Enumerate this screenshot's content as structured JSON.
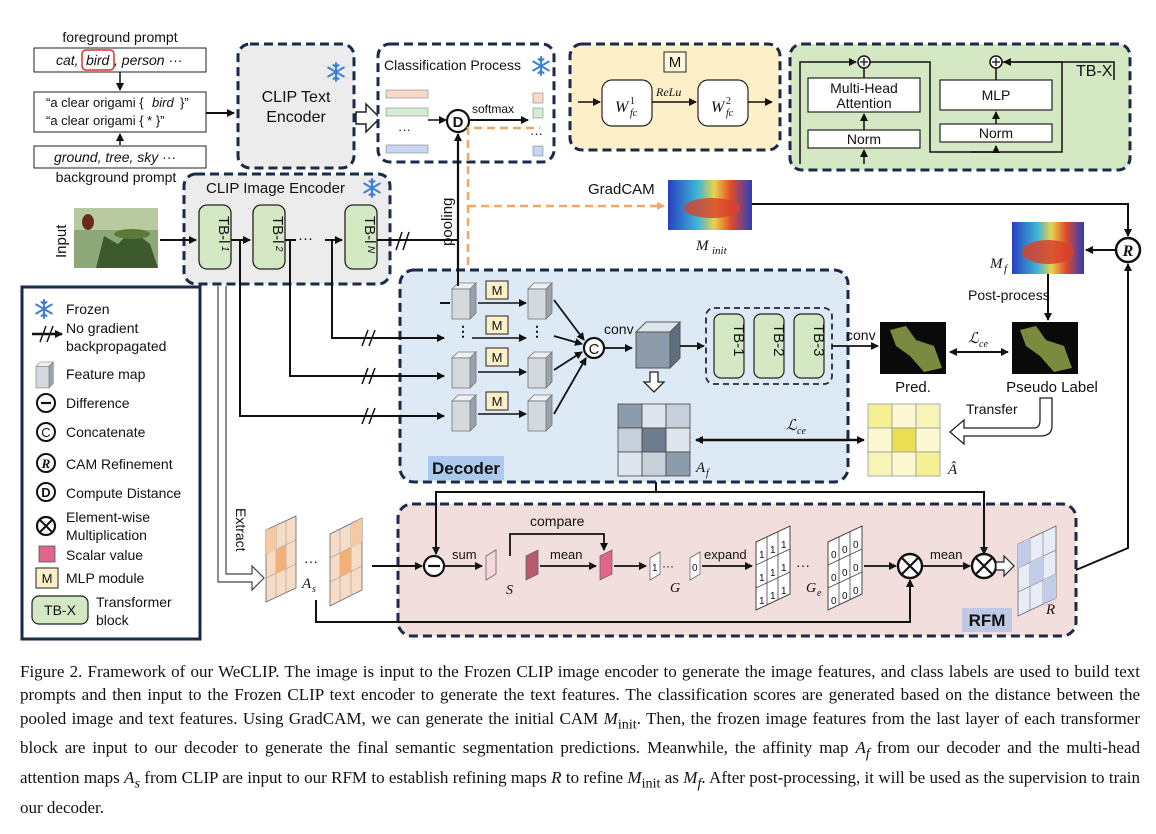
{
  "prompts": {
    "foreground_title": "foreground prompt",
    "fg_pre": "cat, ",
    "fg_bird": "bird",
    "fg_post": ", person ···",
    "template1_pre": "“a clear origami {",
    "template1_word": "bird",
    "template1_post": "}”",
    "template2": "“a clear origami { * }”",
    "bg_list": "ground, tree, sky ···",
    "background_title": "background prompt"
  },
  "text_encoder": {
    "line1": "CLIP Text",
    "line2": "Encoder"
  },
  "classification": {
    "title": "Classification Process",
    "softmax": "softmax",
    "ellipsis": "···",
    "d_symbol": "D"
  },
  "mlp_module": {
    "tag": "M",
    "w1": "W",
    "w1_sup": "1",
    "w1_sub": "fc",
    "relu": "ReLu",
    "w2": "W",
    "w2_sup": "2",
    "w2_sub": "fc"
  },
  "tbx": {
    "title": "TB-X",
    "mha_line1": "Multi-Head",
    "mha_line2": "Attention",
    "norm": "Norm",
    "mlp": "MLP",
    "plus": "⊕"
  },
  "image_encoder": {
    "title": "CLIP Image Encoder",
    "tb1": "TB-l",
    "tb1_sub": "1",
    "tb2": "TB-l",
    "tb2_sub": "2",
    "tbn": "TB-l",
    "tbn_sub": "N",
    "dots": "···"
  },
  "labels": {
    "input": "Input",
    "pooling": "pooling",
    "gradcam": "GradCAM",
    "m_init": "M",
    "m_init_sub": "init",
    "m_f": "M",
    "m_f_sub": "f",
    "post_process": "Post-process",
    "conv": "conv",
    "pred": "Pred.",
    "pseudo_label": "Pseudo Label",
    "lce": "ℒ",
    "lce_sub": "ce",
    "transfer": "Transfer",
    "a_hat": "Â",
    "a_f": "A",
    "a_f_sub": "f",
    "extract": "Extract",
    "a_s": "A",
    "a_s_sub": "s",
    "r_label": "R",
    "r_symbol": "R",
    "c_symbol": "C"
  },
  "decoder": {
    "title": "Decoder",
    "m": "M",
    "tb1": "TB-1",
    "tb2": "TB-2",
    "tb3": "TB-3",
    "conv": "conv"
  },
  "rfm": {
    "title": "RFM",
    "sum": "sum",
    "compare": "compare",
    "mean": "mean",
    "expand": "expand",
    "mean2": "mean",
    "s_label": "S",
    "g_label": "G",
    "ge_label": "G",
    "ge_sub": "e",
    "one": "1",
    "zero": "0",
    "dots": "···"
  },
  "legend": {
    "frozen": "Frozen",
    "no_grad_1": "No gradient",
    "no_grad_2": "backpropagated",
    "feature_map": "Feature map",
    "difference": "Difference",
    "concatenate": "Concatenate",
    "cam_refinement": "CAM Refinement",
    "compute_distance": "Compute Distance",
    "elementwise_1": "Element-wise",
    "elementwise_2": "Multiplication",
    "scalar": "Scalar value",
    "mlp_module": "MLP module",
    "transformer_1": "Transformer",
    "transformer_2": "block",
    "m_tag": "M",
    "tbx_tag": "TB-X",
    "c_sym": "C",
    "r_sym": "R",
    "d_sym": "D"
  },
  "caption": {
    "p1": "Figure 2.  Framework of our WeCLIP. The image is input to the Frozen CLIP image encoder to generate the image features, and class labels are used to build text prompts and then input to the Frozen CLIP text encoder to generate the text features. The classification scores are generated based on the distance between the pooled image and text features.  Using GradCAM, we can generate the initial CAM ",
    "m_init": "M",
    "m_init_sub": "init",
    "p2": ". Then, the frozen image features from the last layer of each transformer block are input to our decoder to generate the final semantic segmentation predictions. Meanwhile, the affinity map ",
    "af": "A",
    "af_sub": "f",
    "p3": " from our decoder and the multi-head attention maps ",
    "as": "A",
    "as_sub": "s",
    "p4": " from CLIP are input to our RFM to establish refining maps ",
    "r": "R",
    "p5": " to refine ",
    "m_init2": "M",
    "m_init2_sub": "init",
    "p6": " as ",
    "mf": "M",
    "mf_sub": "f",
    "p7": ". After post-processing, it will be used as the supervision to train our decoder."
  },
  "colors": {
    "navy": "#1b2a4a",
    "green": "#d5e8c4",
    "yellow": "#fdf0c8",
    "decoder_bg": "#dde9f5",
    "rfm_bg": "#f3dede",
    "orange": "#f0b07a"
  }
}
